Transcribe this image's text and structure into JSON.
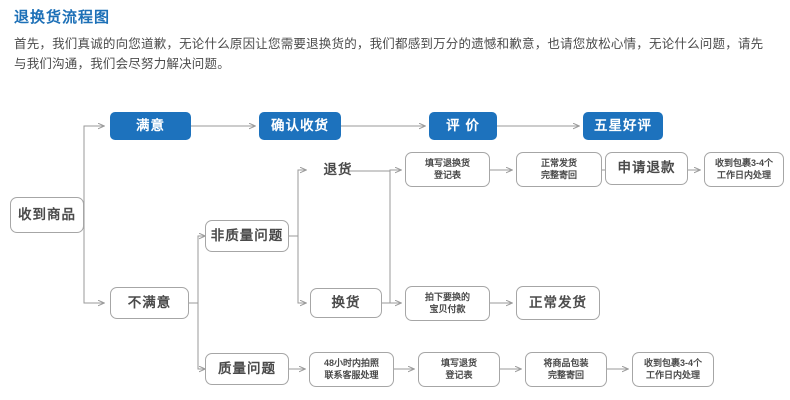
{
  "header": {
    "title": "退换货流程图",
    "intro": "首先，我们真诚的向您道歉，无论什么原因让您需要退换货的，我们都感到万分的遗憾和歉意，也请您放松心情，无论什么问题，请先与我们沟通，我们会尽努力解决问题。"
  },
  "colors": {
    "accent": "#1d72bd",
    "title": "#1d70b7",
    "box_border": "#a6a6a6",
    "text": "#4a4a4a",
    "wire": "#9a9a9a"
  },
  "flow": {
    "nodes": [
      {
        "id": "received",
        "label": "收到商品"
      },
      {
        "id": "satisfied",
        "label": "满意"
      },
      {
        "id": "confirm",
        "label": "确认收货"
      },
      {
        "id": "review",
        "label": "评 价"
      },
      {
        "id": "five-star",
        "label": "五星好评"
      },
      {
        "id": "unsatisfied",
        "label": "不满意"
      },
      {
        "id": "non-quality",
        "label": "非质量问题"
      },
      {
        "id": "quality",
        "label": "质量问题"
      },
      {
        "id": "return-goods",
        "label": "退货"
      },
      {
        "id": "exchange-goods",
        "label": "换货"
      },
      {
        "id": "fill-form-rx",
        "label": "填写退换货\n登记表"
      },
      {
        "id": "ship-back-1",
        "label": "正常发货\n完整寄回"
      },
      {
        "id": "apply-refund",
        "label": "申请退款"
      },
      {
        "id": "parcel-days-1",
        "label": "收到包裹3-4个\n工作日内处理"
      },
      {
        "id": "pay-new-item",
        "label": "拍下要换的\n宝贝付款"
      },
      {
        "id": "normal-ship",
        "label": "正常发货"
      },
      {
        "id": "photo-48h",
        "label": "48小时内拍照\n联系客服处理"
      },
      {
        "id": "fill-form-r",
        "label": "填写退货\n登记表"
      },
      {
        "id": "pack-send-back",
        "label": "将商品包装\n完整寄回"
      },
      {
        "id": "parcel-days-2",
        "label": "收到包裹3-4个\n工作日内处理"
      }
    ]
  }
}
